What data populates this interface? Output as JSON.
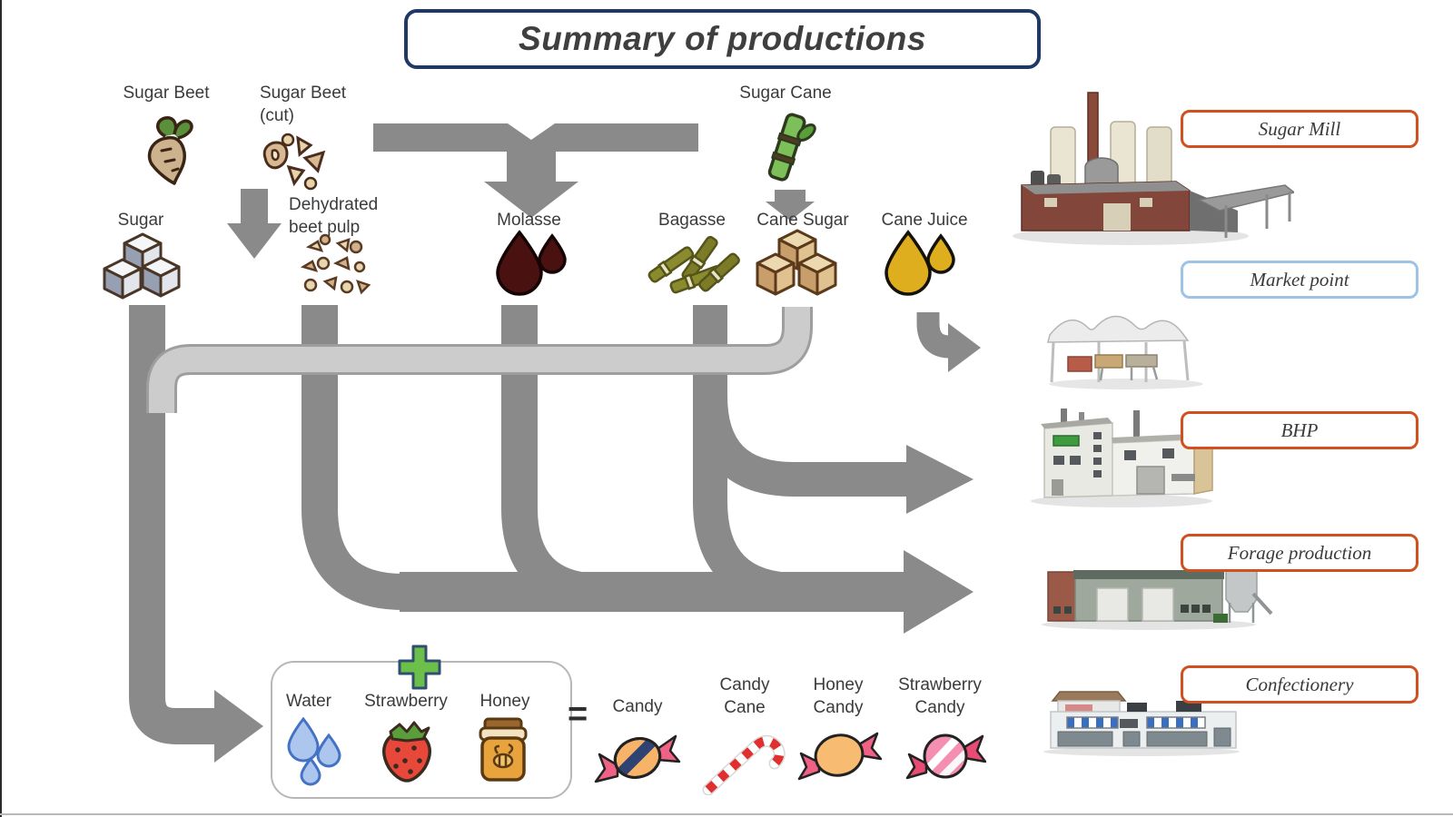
{
  "title": "Summary of productions",
  "inputs": {
    "sugar_beet": {
      "label": "Sugar Beet"
    },
    "sugar_beet_cut": {
      "line1": "Sugar Beet",
      "line2": "(cut)"
    },
    "sugar_cane": {
      "label": "Sugar Cane"
    }
  },
  "intermediates": {
    "sugar": {
      "label": "Sugar"
    },
    "beet_pulp": {
      "line1": "Dehydrated",
      "line2": "beet pulp"
    },
    "molasse": {
      "label": "Molasse"
    },
    "bagasse": {
      "label": "Bagasse"
    },
    "cane_sugar": {
      "label": "Cane Sugar"
    },
    "cane_juice": {
      "label": "Cane Juice"
    }
  },
  "facilities": [
    {
      "name": "Sugar Mill",
      "accent": "#d0511f"
    },
    {
      "name": "Market point",
      "accent": "#9dc3e6"
    },
    {
      "name": "BHP",
      "accent": "#d0511f"
    },
    {
      "name": "Forage production",
      "accent": "#d0511f"
    },
    {
      "name": "Confectionery",
      "accent": "#d0511f"
    }
  ],
  "recipe": {
    "water": "Water",
    "strawberry": "Strawberry",
    "honey": "Honey",
    "equals": "="
  },
  "candies": {
    "candy": {
      "label": "Candy"
    },
    "candy_cane": {
      "line1": "Candy",
      "line2": "Cane"
    },
    "honey_candy": {
      "line1": "Honey",
      "line2": "Candy"
    },
    "strawberry_candy": {
      "line1": "Strawberry",
      "line2": "Candy"
    }
  },
  "colors": {
    "flow_dark": "#8a8a8a",
    "flow_light": "#cccccc",
    "flow_light_outline": "#9e9e9e",
    "title_border": "#1f3864",
    "facility_orange": "#d0511f",
    "facility_blue": "#9dc3e6",
    "text": "#3b3b3b"
  }
}
